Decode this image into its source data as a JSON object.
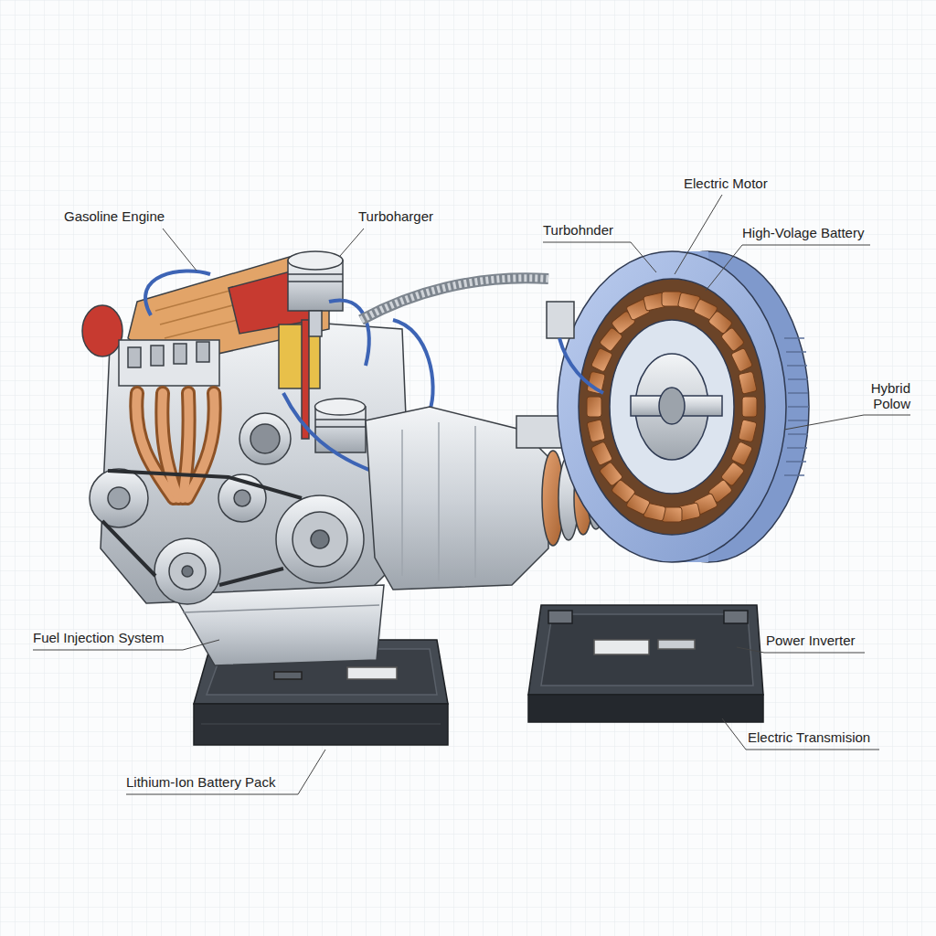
{
  "diagram": {
    "labels": [
      "Electric Motor",
      "Gasoline Engine",
      "Turboharger",
      "Turbohnder",
      "High-Volage Battery",
      "Hybrid Polow",
      "Fuel Injection System",
      "Power Inverter",
      "Electric Transmision",
      "Lithium-Ion Battery Pack"
    ]
  }
}
